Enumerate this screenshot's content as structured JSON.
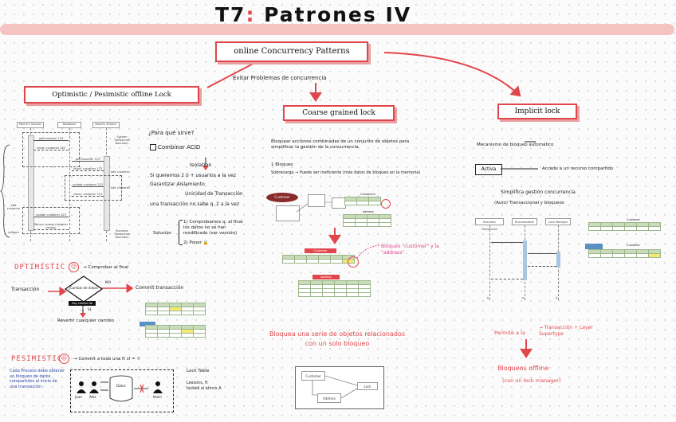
{
  "title": {
    "num": "T7",
    "colon": ":",
    "rest": " Patrones IV"
  },
  "center": {
    "main_box": "online Concurrency Patterns",
    "subtitle": "Evitar   Problemas   de   concurrencia"
  },
  "left": {
    "header": "Optimistic / Pesimistic offline Lock",
    "seq_headers": [
      "Martin's Session",
      "Database",
      "David's Session"
    ],
    "seq_msgs": [
      "getCustomer 123",
      "return customer 123",
      "getCustomer 123",
      "return customer 123",
      "edit customer",
      "update customer 123",
      "return customer 123",
      "update customer 123",
      "edit customer",
      "Return: wrong customer version"
    ],
    "seq_side": [
      "System Transaction Boundary",
      "edit customer",
      "Business Transaction Boundary",
      "rollback"
    ],
    "q1": "¿Para qué sirve?",
    "q2": "Combinar ACID",
    "q3": "Isolation",
    "q4": "Si queremos 2 ó + usuarios a la vez",
    "q5": "Garantizar Aislamiento",
    "q6": "Unicidad de Transacción",
    "q7": "una transacción no sabe q. 2 a la vez",
    "sol_label": "Solución",
    "sol1": "1) Comprobamos q. al final los datos no se han modificado (ver versión)",
    "sol2": "2) Poner",
    "optimistic": "OPTIMISTIC",
    "opt_note": "→ Comprobar al final",
    "opt_tx": "Transacción",
    "opt_diamond": "¿Cambio de datos?",
    "opt_no": "NO",
    "opt_si": "SI",
    "opt_commit": "Commit transacción",
    "opt_revert": "Revertir cualquier cambio",
    "opt_dup": "Hay cambio de datos",
    "pesimistic": "PESIMISTIC",
    "pes_note": "→ Commit a todo una ft cl = ☉",
    "pes_desc": "Cada Proceso debe obtener un bloqueo de datos compartidos al inicio de una transacción",
    "pes_users": [
      "Juan",
      "Alex",
      "Kevin"
    ],
    "pes_data": "Datos",
    "pes_txt1": "Lock Table",
    "pes_txt2": "Lessons, ft locked al almcs A"
  },
  "coarse": {
    "header": "Coarse grained lock",
    "desc": "Bloquear acciones combinadas de un conjunto de objetos para simplificar la gestión de la concurrencia",
    "note1": "1 Bloqueo",
    "note2": "Sobrecarga → Puede ser ineficiente (más datos de bloqueo en la memoria)",
    "bubble": "Customer",
    "tables": [
      "Customers",
      "address",
      "Customer",
      "Address"
    ],
    "pink_note": "Bloqueo \"customer\" y la \"address\"",
    "bottom": "Bloquea una serie de objetos relacionados con un solo bloqueo",
    "uml": [
      "Customer",
      "Address",
      "Lock"
    ]
  },
  "implicit": {
    "header": "Implicit lock",
    "desc": "Mecanismo de bloqueo automático",
    "activa": "Activa",
    "activa_note": "Accede a un recurso compartido",
    "simp": "Simplifica gestión concurrencia",
    "simp2": "(Auto) Transaccional y bloqueos",
    "seq_headers": [
      "Business Transaction",
      "Businessdesk",
      "Lock Manager"
    ],
    "table_title": "Customer",
    "permite": "Permite a la",
    "permite2": "→ Transacción + Layer Supertype",
    "offline": "Bloqueos offline",
    "offline2": "(con un lock manager)"
  }
}
